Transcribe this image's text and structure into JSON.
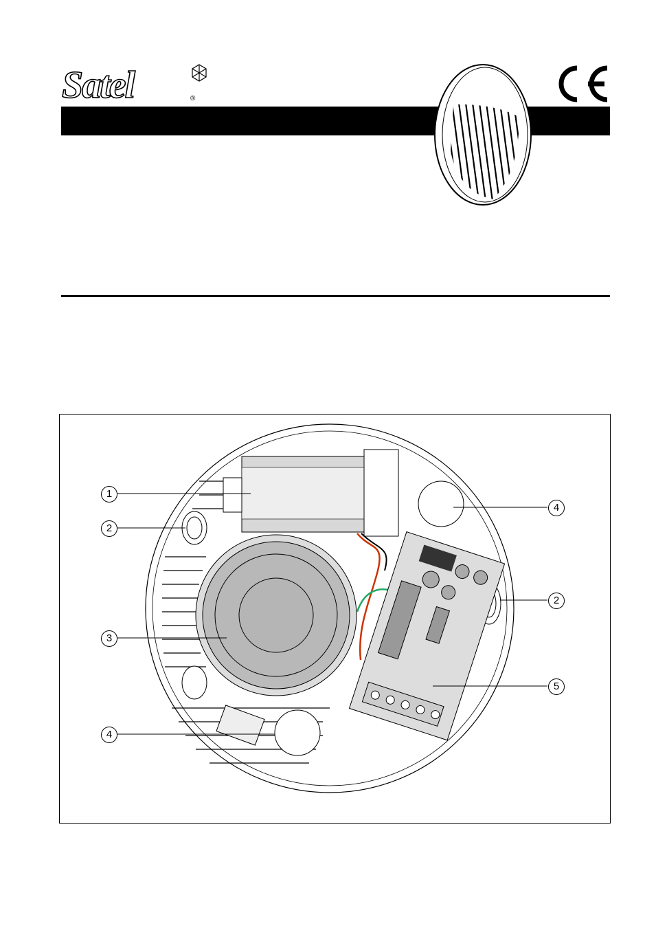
{
  "logo": {
    "brand": "Satel",
    "registered": "®"
  },
  "ce_mark": "CE",
  "figure": {
    "callouts": [
      {
        "number": "1",
        "part": "battery"
      },
      {
        "number": "2",
        "part": "mounting-hole"
      },
      {
        "number": "3",
        "part": "speaker"
      },
      {
        "number": "4",
        "part": "tamper-knockout"
      },
      {
        "number": "4",
        "part": "tamper-knockout"
      },
      {
        "number": "2",
        "part": "mounting-hole"
      },
      {
        "number": "5",
        "part": "electronics-board"
      }
    ]
  }
}
